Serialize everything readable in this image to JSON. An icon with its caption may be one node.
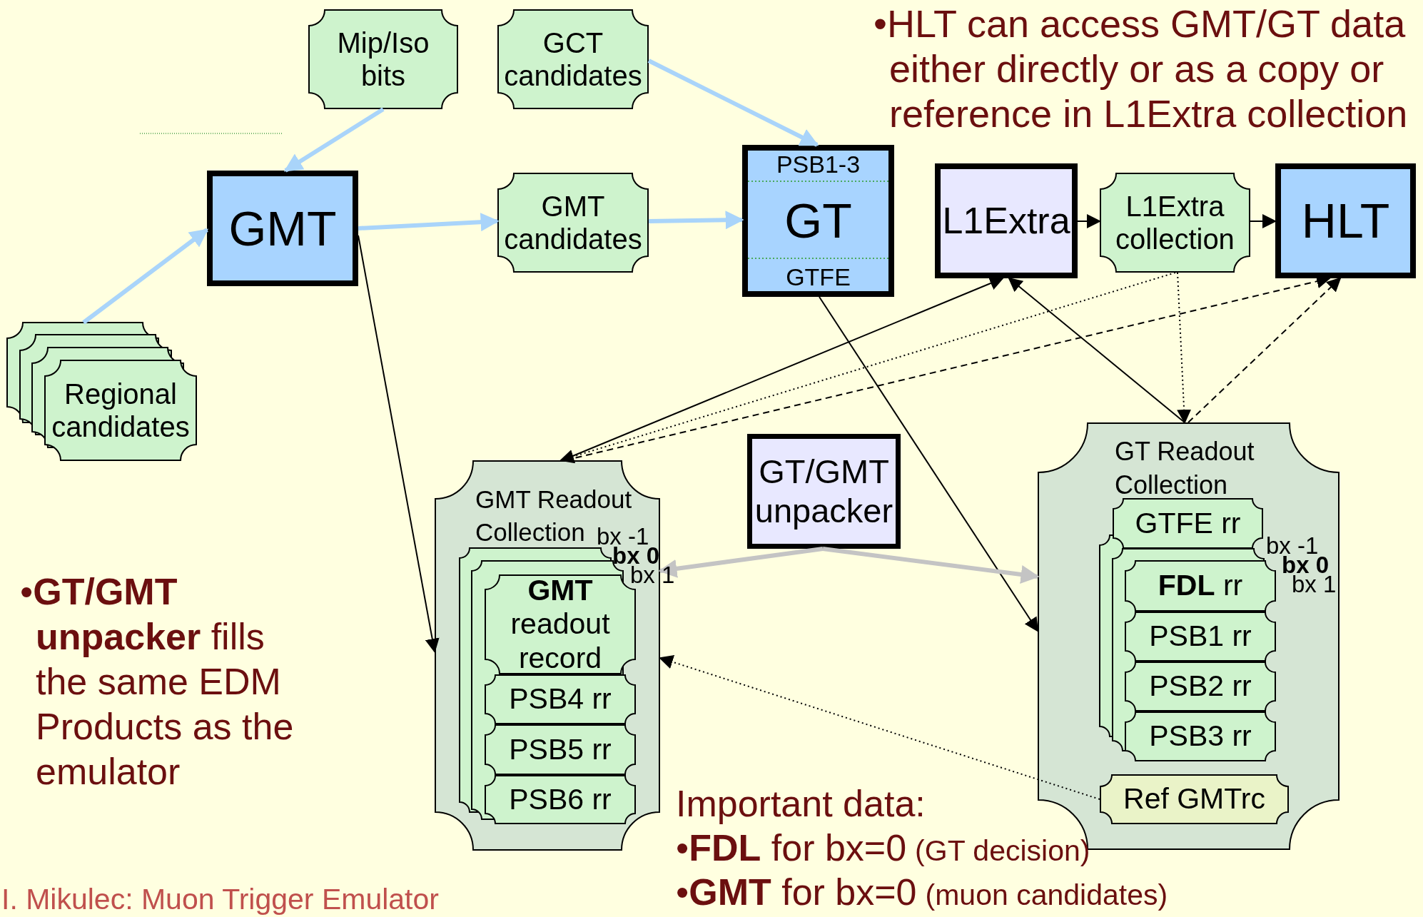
{
  "diagram": {
    "nodes": [
      {
        "text": [
          "Mip/Iso bits"
        ]
      },
      {
        "text": [
          "GCT candidates"
        ]
      },
      {
        "text": [
          "GMT"
        ]
      },
      {
        "text": [
          "GMT candidates"
        ]
      },
      {
        "text": [
          "PSB1-3",
          "GT",
          "GTFE"
        ]
      },
      {
        "text": [
          "L1Extra"
        ]
      },
      {
        "text": [
          "L1Extra collection"
        ]
      },
      {
        "text": [
          "HLT"
        ]
      },
      {
        "text": [
          "Regional candidates"
        ]
      },
      {
        "text": [
          "GMT Readout Collection"
        ]
      },
      {
        "text": [
          "**GMT** readout record"
        ],
        "in": 9
      },
      {
        "text": [
          "PSB4 rr"
        ],
        "in": 9
      },
      {
        "text": [
          "PSB5 rr"
        ],
        "in": 9
      },
      {
        "text": [
          "PSB6 rr"
        ],
        "in": 9
      },
      {
        "text": [
          "GT/GMT unpacker"
        ]
      },
      {
        "text": [
          "GT Readout Collection"
        ]
      },
      {
        "text": [
          "GTFE rr"
        ],
        "in": 15
      },
      {
        "text": [
          "**FDL** rr"
        ],
        "in": 15
      },
      {
        "text": [
          "PSB1 rr"
        ],
        "in": 15
      },
      {
        "text": [
          "PSB2 rr"
        ],
        "in": 15
      },
      {
        "text": [
          "PSB3 rr"
        ],
        "in": 15
      },
      {
        "text": [
          "Ref GMTrc"
        ],
        "in": 15
      }
    ],
    "edges": [
      {
        "from": 0,
        "to": 2,
        "arrow": "to",
        "style": "thick",
        "color": "#a9d4fa"
      },
      {
        "from": 1,
        "to": 4,
        "arrow": "to",
        "style": "thick",
        "color": "#a9d4fa"
      },
      {
        "from": 8,
        "to": 2,
        "arrow": "to",
        "style": "thick",
        "color": "#a9d4fa"
      },
      {
        "from": 2,
        "to": 3,
        "arrow": "to",
        "style": "thick",
        "color": "#a9d4fa"
      },
      {
        "from": 3,
        "to": 4,
        "arrow": "to",
        "style": "thick",
        "color": "#a9d4fa"
      },
      {
        "from": 5,
        "to": 6,
        "arrow": "to"
      },
      {
        "from": 6,
        "to": 7,
        "arrow": "to"
      },
      {
        "from": 2,
        "to": 9,
        "arrow": "to"
      },
      {
        "from": 4,
        "to": 15,
        "arrow": "to"
      },
      {
        "from": 9,
        "to": 5,
        "arrow": "to"
      },
      {
        "from": 15,
        "to": 5,
        "arrow": "to"
      },
      {
        "from": 6,
        "to": 9,
        "arrow": "to",
        "style": "dashed"
      },
      {
        "from": 9,
        "to": 7,
        "arrow": "to",
        "style": "dashed"
      },
      {
        "from": 6,
        "to": 15,
        "arrow": "to",
        "style": "dashed"
      },
      {
        "from": 15,
        "to": 7,
        "arrow": "to",
        "style": "dashed"
      },
      {
        "from": 14,
        "to": 9,
        "arrow": "to",
        "style": "thick",
        "color": "#c4c4c4"
      },
      {
        "from": 14,
        "to": 15,
        "arrow": "to",
        "style": "thick",
        "color": "#c4c4c4"
      },
      {
        "from": 21,
        "to": 9,
        "arrow": "to",
        "style": "dashed"
      }
    ],
    "labels": [
      "•HLT can access GMT/GT data either directly or as a copy or reference in L1Extra collection",
      "bx -1",
      "bx 0",
      "bx 1",
      "bx -1",
      "bx 0",
      "bx 1",
      "•**GT/GMT unpacker** fills the same EDM Products as the emulator",
      "Important data:",
      "•**FDL** for bx=0",
      "(GT decision)",
      "•**GMT** for bx=0",
      "(muon candidates)",
      "I. Mikulec: Muon Trigger Emulator"
    ]
  }
}
